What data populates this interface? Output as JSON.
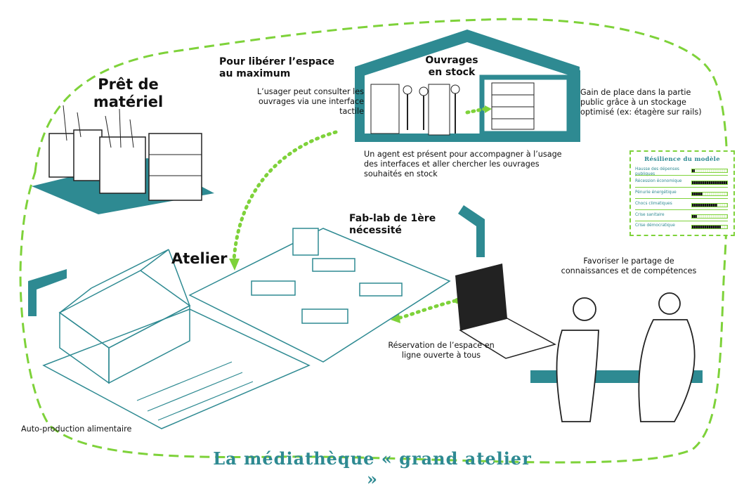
{
  "title": "La médiathèque « grand atelier »",
  "labels": {
    "pret": "Prêt de matériel",
    "liberer": "Pour libérer l’espace au maximum",
    "ouvrages": "Ouvrages en stock",
    "usager": "L’usager peut consulter les ouvrages via une interface tactile",
    "gain": "Gain de place dans la partie public grâce à un stockage optimisé (ex: étagère sur rails)",
    "agent": "Un agent est présent pour accompagner à l’usage des interfaces et aller chercher les ouvrages souhaités en stock",
    "fablab": "Fab-lab de 1ère nécessité",
    "atelier": "Atelier",
    "favoriser": "Favoriser le partage de connaissances et de compétences",
    "reservation": "Réservation de l’espace en ligne ouverte à tous",
    "auto": "Auto-production alimentaire"
  },
  "resilience": {
    "title": "Résilience du modèle",
    "rows": [
      {
        "label": "Hausse des dépenses publiques",
        "level": 0.08
      },
      {
        "label": "Récession économique",
        "level": 1.0
      },
      {
        "label": "Pénurie énergétique",
        "level": 0.3
      },
      {
        "label": "Chocs climatiques",
        "level": 0.72
      },
      {
        "label": "Crise sanitaire",
        "level": 0.14
      },
      {
        "label": "Crise démocratique",
        "level": 0.82
      }
    ]
  },
  "colors": {
    "teal": "#2e8a92",
    "green": "#7ed23a",
    "ink": "#111111"
  }
}
